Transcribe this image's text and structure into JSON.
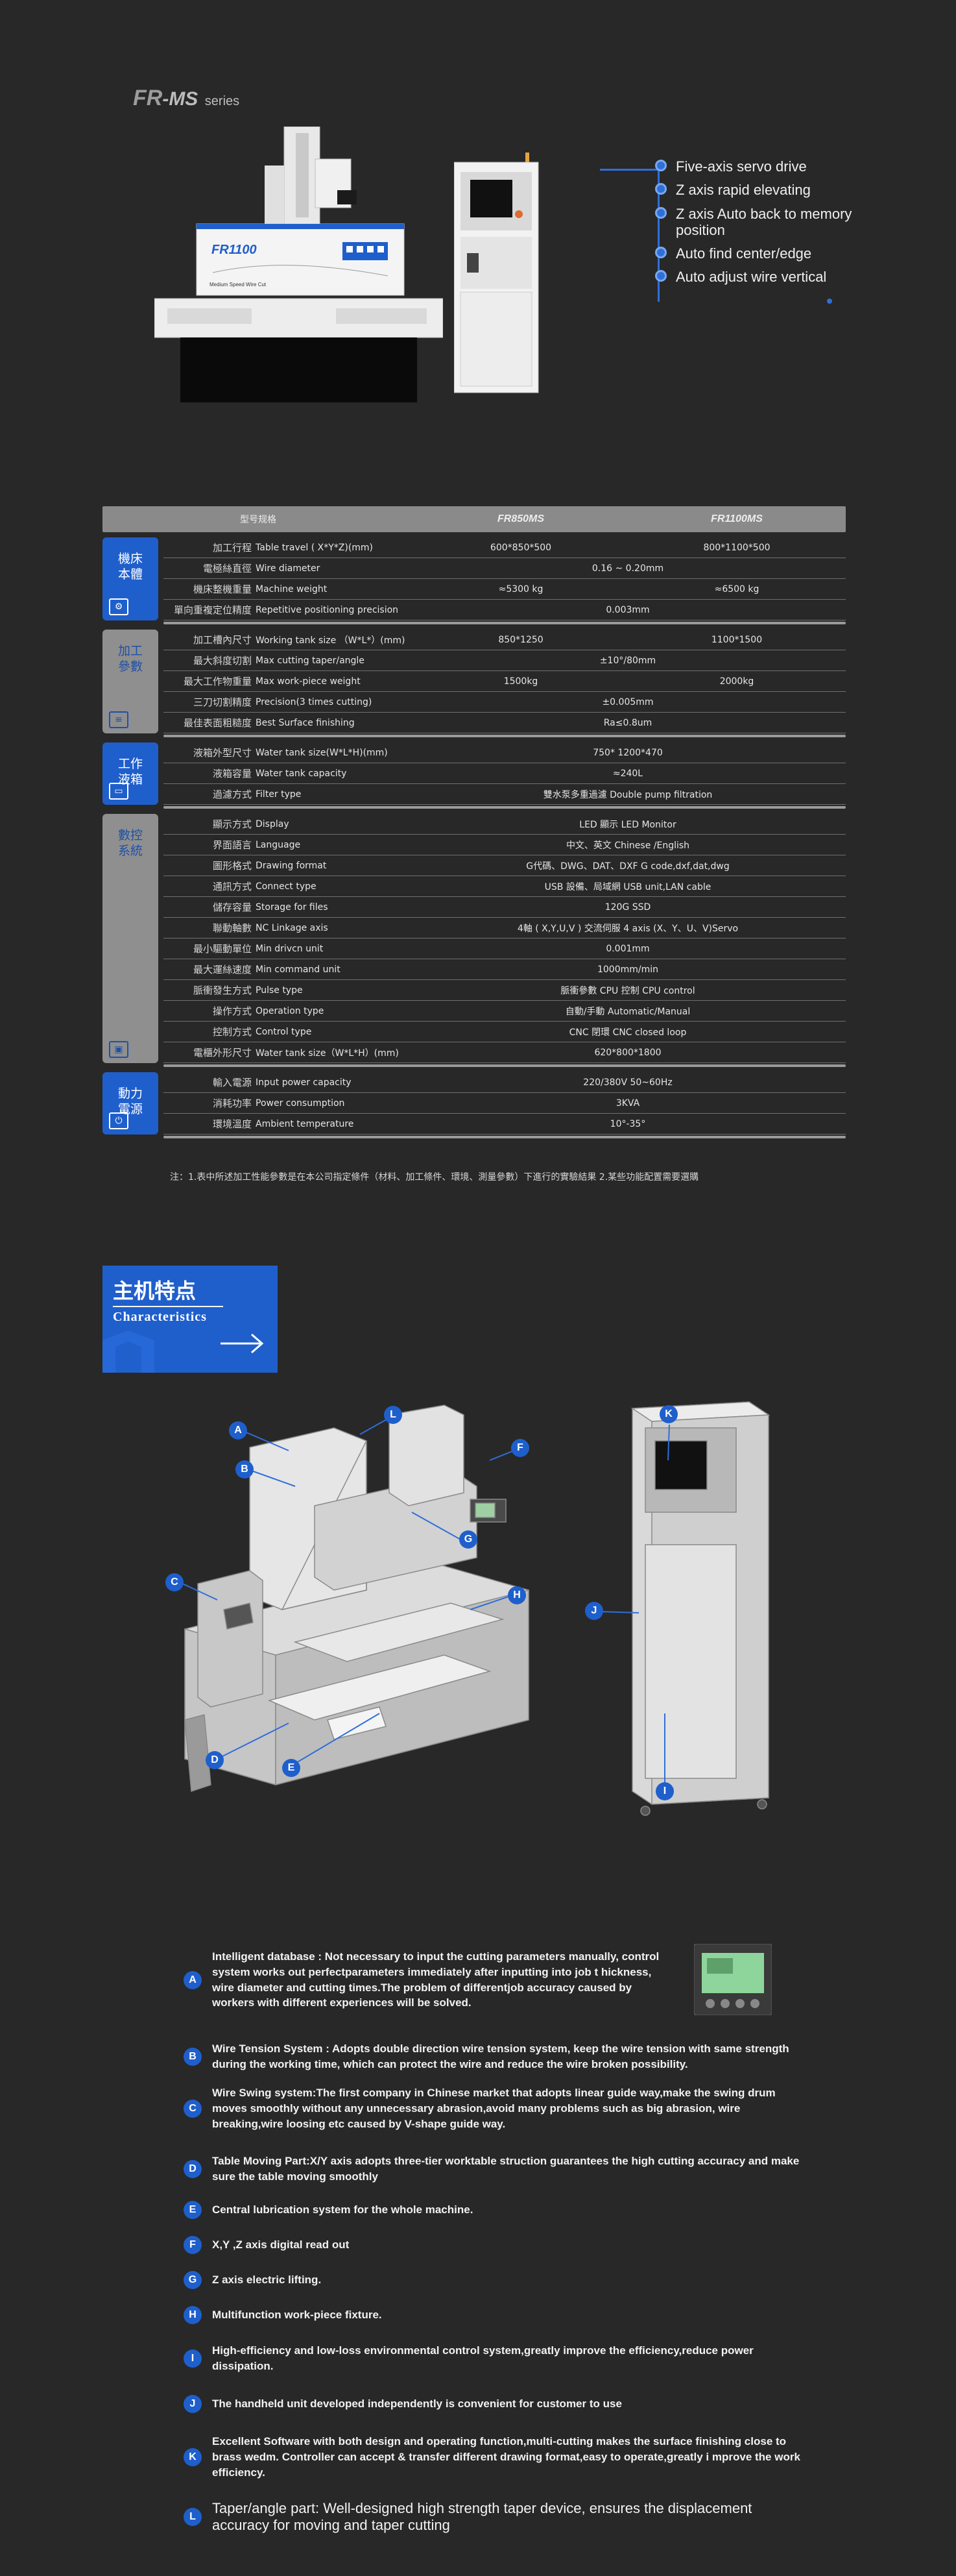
{
  "header": {
    "series_brand": "FR",
    "series_model": "-MS",
    "series_suffix": "series"
  },
  "machine_labels": {
    "main_badge": "FR1100",
    "main_subtitle": "Medium Speed Wire Cut"
  },
  "hero_features": [
    "Five-axis servo drive",
    "Z axis rapid elevating",
    "Z axis Auto back to memory position",
    "Auto find center/edge",
    "Auto adjust wire vertical"
  ],
  "spec_table": {
    "header": {
      "name": "型号规格",
      "model1": "FR850MS",
      "model2": "FR1100MS"
    },
    "groups": [
      {
        "label": "機床本體",
        "icon": "machine-icon",
        "style": "blue",
        "rows": [
          {
            "cn": "加工行程",
            "en": "Table travel ( X*Y*Z)(mm)",
            "v1": "600*850*500",
            "v2": "800*1100*500"
          },
          {
            "cn": "電極絲直徑",
            "en": "Wire diameter",
            "vall": "0.16 ~ 0.20mm"
          },
          {
            "cn": "機床整機重量",
            "en": "Machine weight",
            "v1": "≈5300 kg",
            "v2": "≈6500 kg"
          },
          {
            "cn": "單向重複定位精度",
            "en": "Repetitive positioning precision",
            "vall": "0.003mm"
          }
        ]
      },
      {
        "label": "加工參數",
        "icon": "sliders-icon",
        "style": "gray",
        "rows": [
          {
            "cn": "加工槽內尺寸",
            "en": "Working tank size （W*L*）(mm)",
            "v1": "850*1250",
            "v2": "1100*1500"
          },
          {
            "cn": "最大斜度切割",
            "en": "Max cutting taper/angle",
            "vall": "±10°/80mm"
          },
          {
            "cn": "最大工作物重量",
            "en": "Max work-piece weight",
            "v1": "1500kg",
            "v2": "2000kg"
          },
          {
            "cn": "三刀切割精度",
            "en": "Precision(3 times cutting)",
            "vall": "±0.005mm"
          },
          {
            "cn": "最佳表面粗糙度",
            "en": "Best Surface finishing",
            "vall": "Ra≤0.8um"
          }
        ]
      },
      {
        "label": "工作液箱",
        "icon": "tank-icon",
        "style": "blue",
        "rows": [
          {
            "cn": "液箱外型尺寸",
            "en": "Water tank size(W*L*H)(mm)",
            "vall": "750* 1200*470"
          },
          {
            "cn": "液箱容量",
            "en": "Water tank capacity",
            "vall": "≈240L"
          },
          {
            "cn": "過濾方式",
            "en": "Filter type",
            "vall": "雙水泵多重過濾 Double pump filtration"
          }
        ]
      },
      {
        "label": "數控系統",
        "icon": "monitor-icon",
        "style": "gray",
        "rows": [
          {
            "cn": "顯示方式",
            "en": "Display",
            "vall": "LED 顯示  LED Monitor"
          },
          {
            "cn": "界面語言",
            "en": "Language",
            "vall": "中文、英文   Chinese /English"
          },
          {
            "cn": "圖形格式",
            "en": "Drawing format",
            "vall": "G代碼、DWG、DAT、DXF   G code,dxf,dat,dwg"
          },
          {
            "cn": "通訊方式",
            "en": "Connect type",
            "vall": "USB 設備、局域網   USB unit,LAN cable"
          },
          {
            "cn": "儲存容量",
            "en": "Storage for files",
            "vall": "120G SSD"
          },
          {
            "cn": "聯動軸數",
            "en": "NC Linkage axis",
            "vall": "4軸 ( X,Y,U,V ) 交流伺服   4 axis (X、Y、U、V)Servo"
          },
          {
            "cn": "最小驅動單位",
            "en": "Min drivcn unit",
            "vall": "0.001mm"
          },
          {
            "cn": "最大運絲速度",
            "en": "Min  command unit",
            "vall": "1000mm/min"
          },
          {
            "cn": "脈衝發生方式",
            "en": "Pulse type",
            "vall": "脈衝參數 CPU 控制   CPU control"
          },
          {
            "cn": "操作方式",
            "en": "Operation type",
            "vall": "自動/手動 Automatic/Manual"
          },
          {
            "cn": "控制方式",
            "en": "Control type",
            "vall": "CNC 閉環 CNC closed loop"
          },
          {
            "cn": "電櫃外形尺寸",
            "en": "Water tank size（W*L*H）(mm)",
            "vall": "620*800*1800"
          }
        ]
      },
      {
        "label": "動力電源",
        "icon": "power-icon",
        "style": "blue",
        "rows": [
          {
            "cn": "輸入電源",
            "en": "Input power capacity",
            "vall": "220/380V 50~60Hz"
          },
          {
            "cn": "消耗功率",
            "en": "Power consumption",
            "vall": "3KVA"
          },
          {
            "cn": "環境溫度",
            "en": "Ambient temperature",
            "vall": "10°-35°"
          }
        ]
      }
    ]
  },
  "note": "注：1.表中所述加工性能參數是在本公司指定條件（材料、加工條件、環境、測量參數）下進行的實驗結果 2.某些功能配置需要選購",
  "characteristics": {
    "title_cn": "主机特点",
    "title_en": "Characteristics"
  },
  "diagram_callouts": [
    "A",
    "B",
    "C",
    "D",
    "E",
    "F",
    "G",
    "H",
    "J",
    "K",
    "I",
    "L"
  ],
  "feature_details": [
    {
      "letter": "A",
      "text": "Intelligent database : Not necessary to input the cutting parameters manually, control  system works out perfectparameters immediately after inputting into job t hickness, wire diameter  and cutting times.The problem of differentjob accuracy caused by workers with different  experiences will be solved."
    },
    {
      "letter": "B",
      "text": "Wire Tension System : Adopts double direction wire tension system, keep the wire tension  with same strength during the working time, which can protect the wire and reduce the wire  broken possibility."
    },
    {
      "letter": "C",
      "text": "Wire Swing system:The first company in Chinese market that adopts linear guide way,make the  swing drum moves smoothly without any unnecessary abrasion,avoid many problems such as big  abrasion, wire breaking,wire loosing etc caused by V-shape guide way."
    },
    {
      "letter": "D",
      "text": "Table Moving Part:X/Y axis adopts three-tier worktable struction guarantees the high cutting  accuracy and make sure the table moving smoothly"
    },
    {
      "letter": "E",
      "text": "Central lubrication system for the whole machine."
    },
    {
      "letter": "F",
      "text": "X,Y ,Z axis digital read out"
    },
    {
      "letter": "G",
      "text": "Z axis electric lifting."
    },
    {
      "letter": "H",
      "text": "Multifunction work-piece fixture."
    },
    {
      "letter": "I",
      "text": "High-efficiency and low-loss environmental control system,greatly improve the  efficiency,reduce power dissipation."
    },
    {
      "letter": "J",
      "text": "The handheld unit developed independently is convenient for customer to use"
    },
    {
      "letter": "K",
      "text": "Excellent Software with both design and operating function,multi-cutting makes the surface  finishing close to brass wedm. Controller can accept & transfer different drawing format,easy  to operate,greatly i mprove the work efficiency."
    },
    {
      "letter": "L",
      "text": "Taper/angle part: Well-designed high strength taper device, ensures the displacement accuracy  for moving and taper cutting"
    }
  ],
  "colors": {
    "accent": "#1f5fcc",
    "background": "#282828",
    "table_header": "#8a8a8a"
  }
}
